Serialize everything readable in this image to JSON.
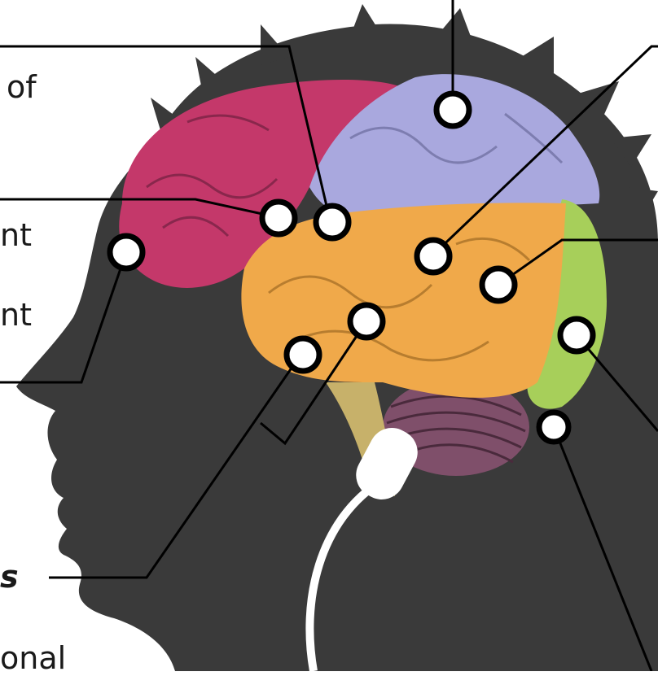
{
  "labels": {
    "top_left": "of",
    "mid_left_1": "nt",
    "mid_left_2": "nt",
    "bottom_left_bold": "s",
    "bottom_left_partial": "onal"
  },
  "colors": {
    "head_silhouette": "#3a3a3a",
    "frontal_lobe": "#c4386a",
    "parietal_lobe": "#a9a8de",
    "temporal_lobe": "#f0a94a",
    "occipital_lobe": "#a7cf5a",
    "cerebellum": "#7f4f6a",
    "brainstem": "#c7b16a",
    "earbud": "#ffffff",
    "leader_line": "#000000",
    "marker_fill": "#ffffff",
    "marker_stroke": "#000000"
  }
}
